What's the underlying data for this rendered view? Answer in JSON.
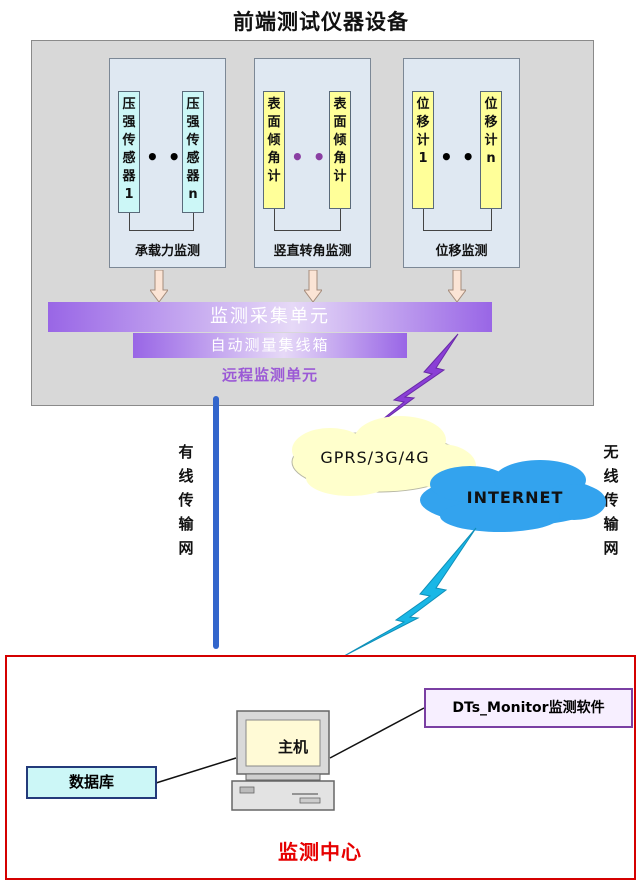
{
  "title": "前端测试仪器设备",
  "groups": [
    {
      "label": "承载力监测",
      "sensor_first": [
        "压",
        "强",
        "传",
        "感",
        "器",
        "1"
      ],
      "sensor_last": [
        "压",
        "强",
        "传",
        "感",
        "器",
        "n"
      ],
      "color": "#ccf7f7"
    },
    {
      "label": "竖直转角监测",
      "sensor_first": [
        "表",
        "面",
        "倾",
        "角",
        "计"
      ],
      "sensor_last": [
        "表",
        "面",
        "倾",
        "角",
        "计"
      ],
      "color": "#ffff99"
    },
    {
      "label": "位移监测",
      "sensor_first": [
        "位",
        "移",
        "计",
        "1"
      ],
      "sensor_last": [
        "位",
        "移",
        "计",
        "n"
      ],
      "color": "#ffff99"
    }
  ],
  "ellipsis": "• • •",
  "collect_unit": "监测采集单元",
  "collector_box": "自动测量集线箱",
  "remote_unit": "远程监测单元",
  "wired_label": [
    "有",
    "线",
    "传",
    "输",
    "网"
  ],
  "wireless_label": [
    "无",
    "线",
    "传",
    "输",
    "网"
  ],
  "cloud_gprs": "GPRS/3G/4G",
  "cloud_internet": "INTERNET",
  "monitoring_center": "监测中心",
  "host": "主机",
  "database": "数据库",
  "software": "DTs_Monitor监测软件",
  "colors": {
    "collect_gradient": "#9966e6",
    "remote_text": "#9b59d6",
    "wired_line": "#3366cc",
    "center_border": "#d40000",
    "bolt_upper": "#8a3fd6",
    "bolt_lower": "#19b7e6",
    "cloud_gprs": "#ffffcc",
    "cloud_internet": "#33a3ee"
  }
}
